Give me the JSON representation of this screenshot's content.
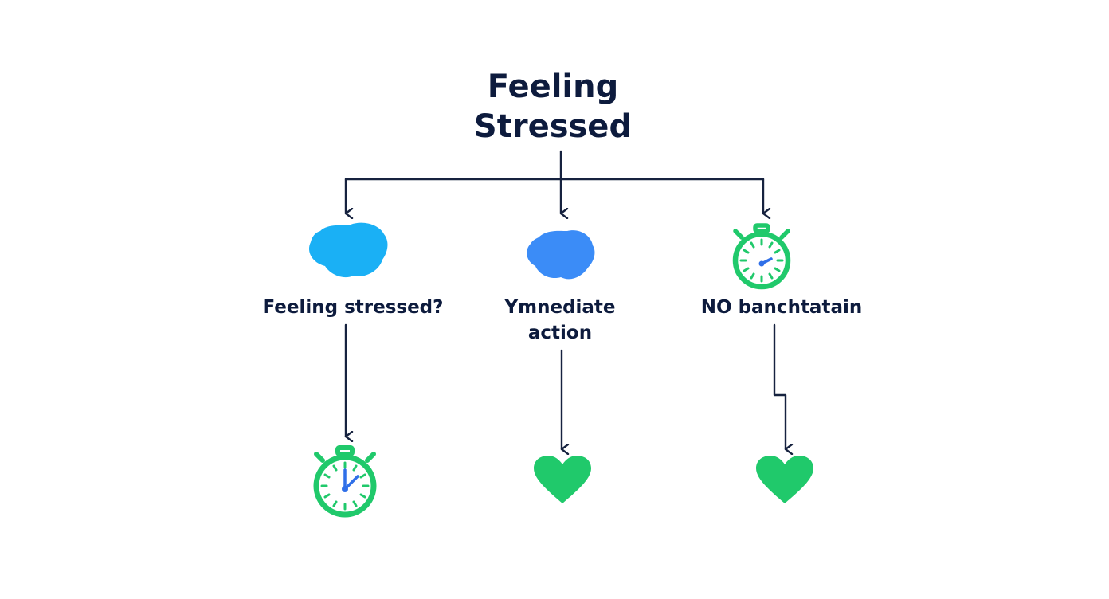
{
  "title": {
    "line1": "Feeling",
    "line2": "Stressed"
  },
  "branches": [
    {
      "top_icon": "cloud-icon",
      "top_icon_color": "#1ab0f5",
      "label_lines": [
        "Feeling stressed?"
      ],
      "bottom_icon": "stopwatch-icon",
      "bottom_icon_color": "#20c96b"
    },
    {
      "top_icon": "cloud-icon",
      "top_icon_color": "#3b8cf7",
      "label_lines": [
        "Ymnediate",
        "action"
      ],
      "bottom_icon": "heart-icon",
      "bottom_icon_color": "#20c96b"
    },
    {
      "top_icon": "stopwatch-icon",
      "top_icon_color": "#20c96b",
      "label_lines": [
        "NO banchtatain"
      ],
      "bottom_icon": "heart-icon",
      "bottom_icon_color": "#20c96b"
    }
  ],
  "colors": {
    "connector": "#16223f",
    "text": "#0d1b3d",
    "stopwatch_hand": "#2f6fe8"
  }
}
